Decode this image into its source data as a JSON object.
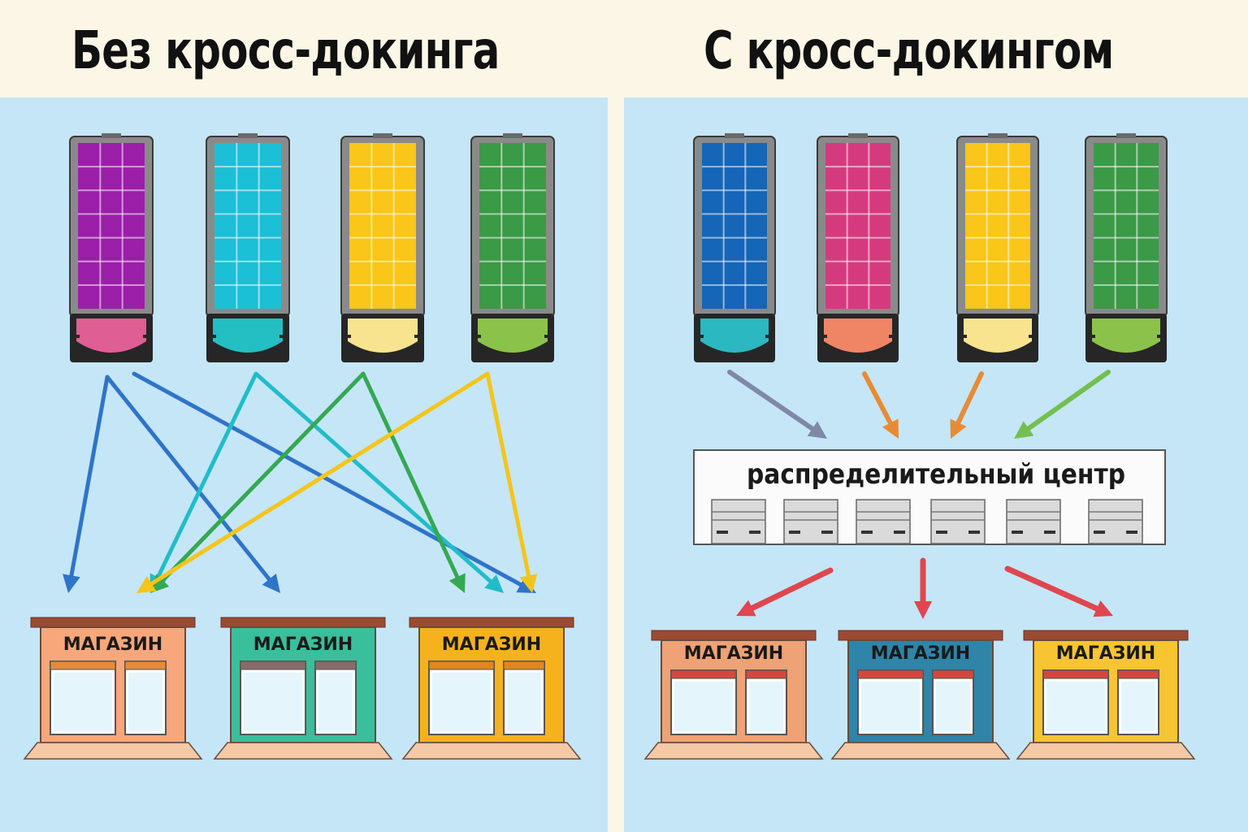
{
  "left": {
    "title": "Без кросс-докинга",
    "trucks": [
      {
        "cargo": "#9b1fa8",
        "cab": "#df5e93"
      },
      {
        "cargo": "#1bbfd6",
        "cab": "#23bfc2"
      },
      {
        "cargo": "#f9c619",
        "cab": "#f8e38f"
      },
      {
        "cargo": "#3a9a46",
        "cab": "#8bc34a"
      }
    ],
    "stores": [
      {
        "label": "МАГАЗИН",
        "color": "#f7a77a",
        "trim": "#e58a3a"
      },
      {
        "label": "МАГАЗИН",
        "color": "#39bf9b",
        "trim": "#8b6a6a"
      },
      {
        "label": "МАГАЗИН",
        "color": "#f6b21c",
        "trim": "#e2861f"
      }
    ],
    "arrow_colors": [
      "#2f74c8",
      "#22bcc9",
      "#35a853",
      "#f4c51a"
    ]
  },
  "right": {
    "title": "С кросс-докингом",
    "trucks": [
      {
        "cargo": "#1565b8",
        "cab": "#2bb8c0"
      },
      {
        "cargo": "#d63a7e",
        "cab": "#f08566"
      },
      {
        "cargo": "#f9c619",
        "cab": "#f8e38f"
      },
      {
        "cargo": "#3a9a46",
        "cab": "#8bc34a"
      }
    ],
    "center_label": "распределительный центр",
    "stores": [
      {
        "label": "МАГАЗИН",
        "color": "#eea275",
        "trim": "#d2483e"
      },
      {
        "label": "МАГАЗИН",
        "color": "#2f84a8",
        "trim": "#d2483e"
      },
      {
        "label": "МАГАЗИН",
        "color": "#f6c531",
        "trim": "#d2483e"
      }
    ],
    "in_arrow_colors": [
      "#8088a8",
      "#e78b36",
      "#e78b36",
      "#73bf4f"
    ],
    "out_arrow_color": "#e0464f"
  }
}
